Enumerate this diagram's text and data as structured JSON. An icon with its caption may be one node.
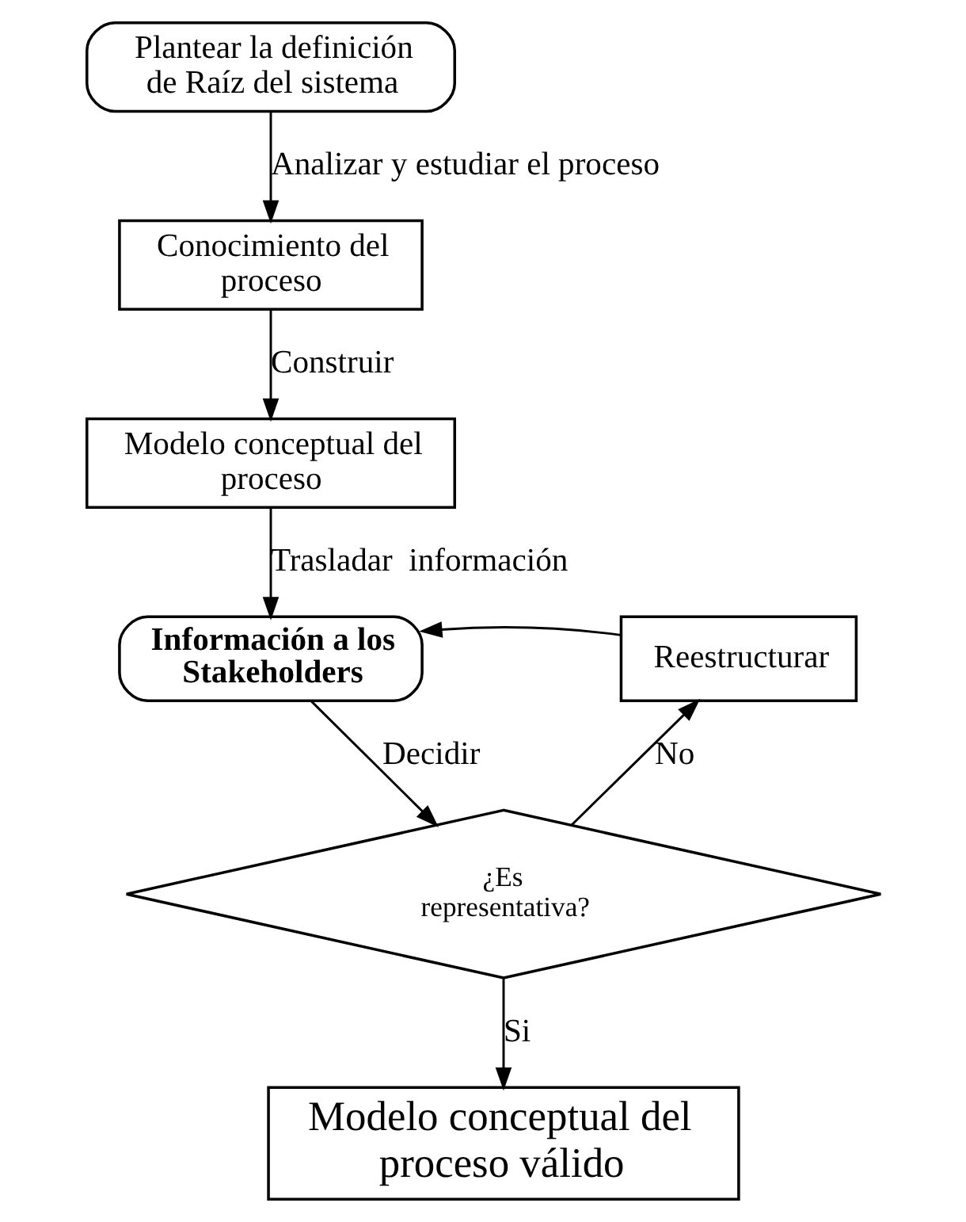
{
  "diagram": {
    "nodes": [
      {
        "text": [
          "Plantear la definición de Raíz del sistema"
        ]
      },
      {
        "text": [
          "Conocimiento del proceso"
        ]
      },
      {
        "text": [
          "Modelo conceptual del proceso"
        ]
      },
      {
        "text": [
          "Información a los Stakeholders"
        ]
      },
      {
        "text": [
          "Reestructurar"
        ]
      },
      {
        "text": [
          "¿Es representativa?"
        ]
      },
      {
        "text": [
          "Modelo conceptual del proceso válido"
        ]
      }
    ],
    "edges": [
      {
        "from": 0,
        "to": 1,
        "arrow": "to",
        "label": "Analizar y estudiar el proceso"
      },
      {
        "from": 1,
        "to": 2,
        "arrow": "to",
        "label": "Construir"
      },
      {
        "from": 2,
        "to": 3,
        "arrow": "to",
        "label": "Trasladar  información"
      },
      {
        "from": 4,
        "to": 3,
        "arrow": "to"
      },
      {
        "from": 3,
        "to": 5,
        "arrow": "to",
        "label": "Decidir"
      },
      {
        "from": 5,
        "to": 4,
        "arrow": "to",
        "label": "No"
      },
      {
        "from": 5,
        "to": 6,
        "arrow": "to",
        "label": "Si"
      }
    ]
  }
}
